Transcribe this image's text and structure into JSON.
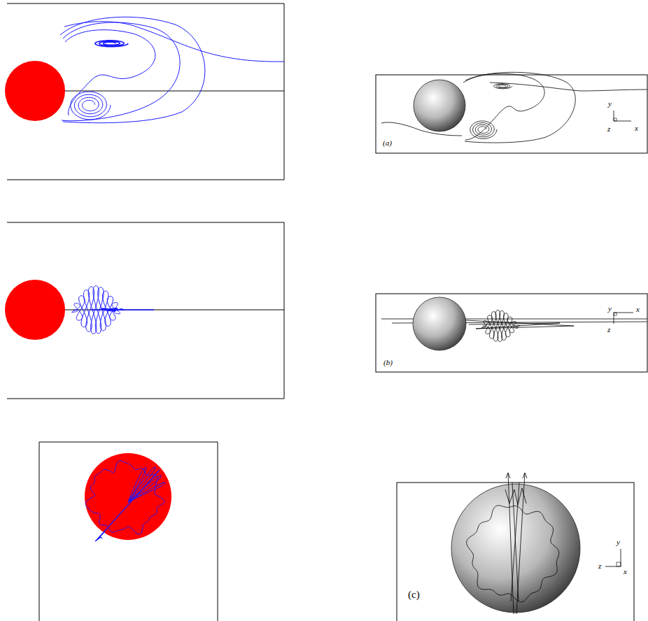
{
  "diagram": {
    "labels": [
      "(a)",
      "y",
      "z",
      "x",
      "(b)",
      "y",
      "x",
      "z",
      "(c)",
      "y",
      "z",
      "x"
    ]
  }
}
